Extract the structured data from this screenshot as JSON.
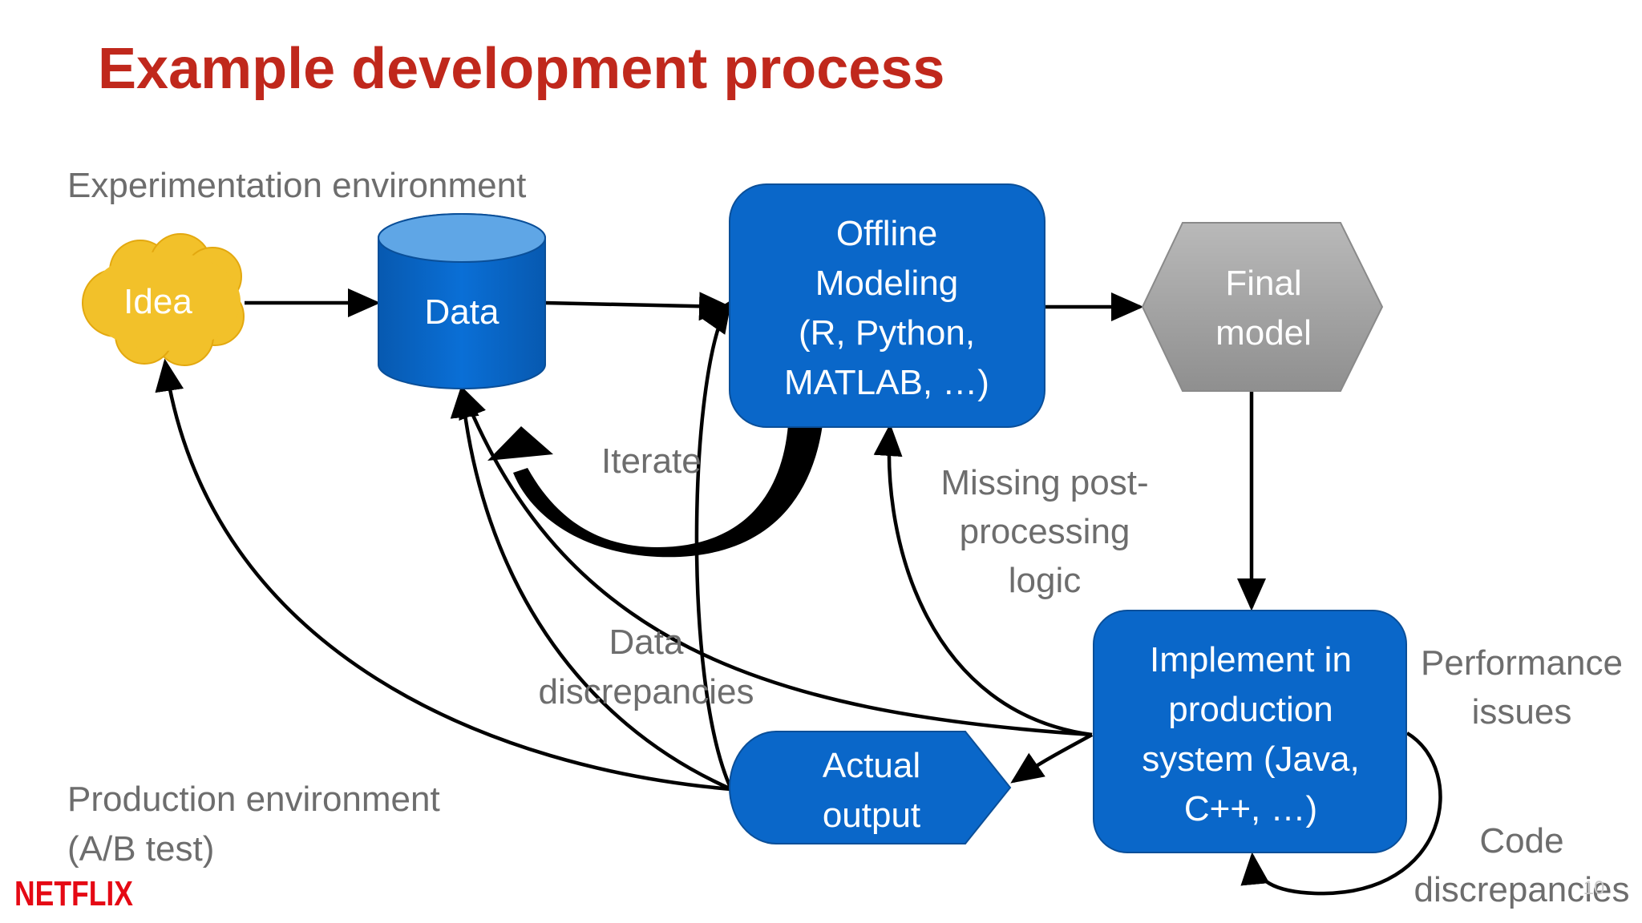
{
  "slide": {
    "title": "Example development process",
    "brand": "NETFLIX",
    "page_number": "10",
    "colors": {
      "title": "#c0281c",
      "box_blue": "#0a67c9",
      "idea_yellow": "#f2c12a",
      "final_gray": "#a7a7a7",
      "label_gray": "#6d6d6d",
      "brand_red": "#e50914"
    }
  },
  "regions": {
    "experimentation": "Experimentation environment",
    "production_line1": "Production environment",
    "production_line2": "(A/B test)"
  },
  "nodes": {
    "idea": {
      "label": "Idea"
    },
    "data": {
      "label": "Data"
    },
    "offline": {
      "lines": [
        "Offline",
        "Modeling",
        "(R, Python,",
        "MATLAB, …)"
      ]
    },
    "final": {
      "lines": [
        "Final",
        "model"
      ]
    },
    "implement": {
      "lines": [
        "Implement in",
        "production",
        "system (Java,",
        "C++, …)"
      ]
    },
    "actual": {
      "lines": [
        "Actual",
        "output"
      ]
    }
  },
  "edge_labels": {
    "iterate": "Iterate",
    "missing": [
      "Missing post-",
      "processing",
      "logic"
    ],
    "data_discrepancies": [
      "Data",
      "discrepancies"
    ],
    "performance": [
      "Performance",
      "issues"
    ],
    "code_discrepancies": [
      "Code",
      "discrepancies"
    ]
  }
}
